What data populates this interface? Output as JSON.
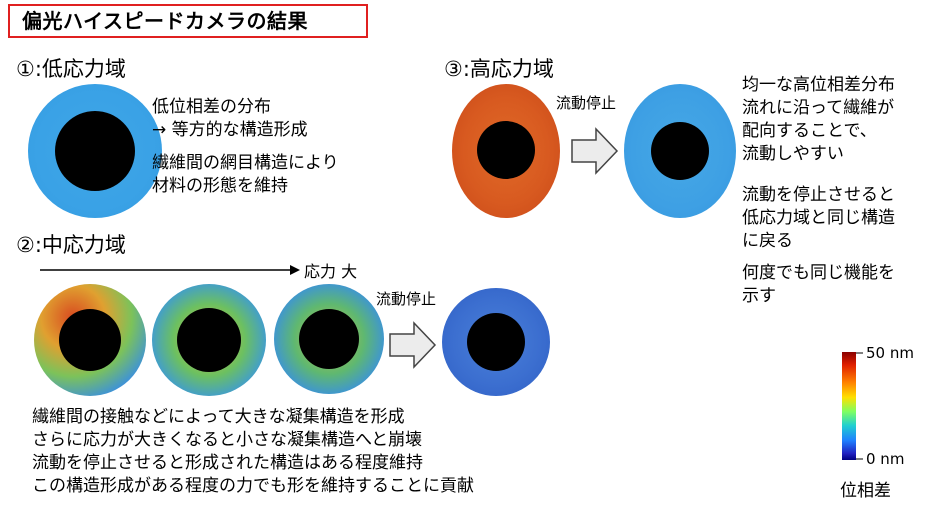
{
  "title": "偏光ハイスピードカメラの結果",
  "section1": {
    "heading": "①:低応力域",
    "desc1": [
      "低位相差の分布",
      "→ 等方的な構造形成"
    ],
    "desc2": [
      "繊維間の網目構造により",
      "材料の形態を維持"
    ]
  },
  "section2": {
    "heading": "②:中応力域",
    "stress_arrow_label": "応力 大",
    "flow_stop_label": "流動停止",
    "desc": [
      "繊維間の接触などによって大きな凝集構造を形成",
      "さらに応力が大きくなると小さな凝集構造へと崩壊",
      "流動を停止させると形成された構造はある程度維持",
      "この構造形成がある程度の力でも形を維持することに貢献"
    ]
  },
  "section3": {
    "heading": "③:高応力域",
    "flow_stop_label": "流動停止"
  },
  "right_text": {
    "block1": [
      "均一な高位相差分布",
      "流れに沿って繊維が",
      "配向することで、",
      "流動しやすい"
    ],
    "block2": [
      "流動を停止させると",
      "低応力域と同じ構造",
      "に戻る"
    ],
    "block3": [
      "何度でも同じ機能を",
      "示す"
    ]
  },
  "colorbar": {
    "max_label": "50 nm",
    "min_label": "0 nm",
    "caption": "位相差"
  }
}
